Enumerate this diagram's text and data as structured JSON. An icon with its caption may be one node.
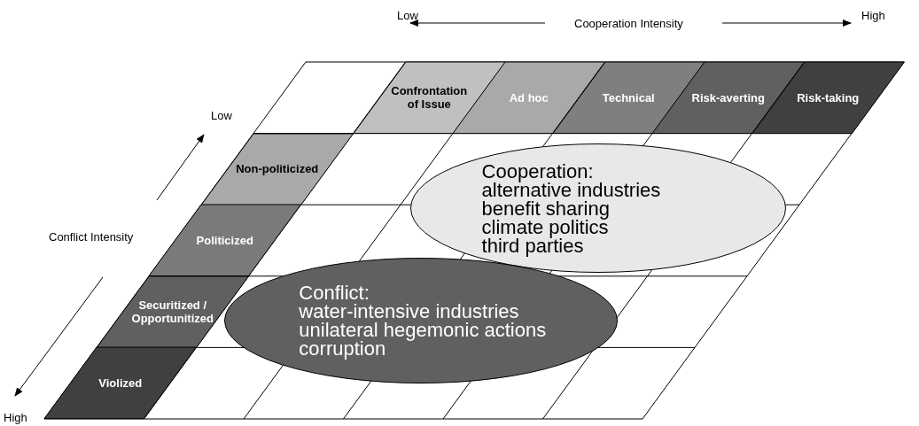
{
  "diagram": {
    "nodes": [
      {
        "text": [
          "Confrontation of Issue"
        ]
      },
      {
        "text": [
          "Ad hoc"
        ]
      },
      {
        "text": [
          "Technical"
        ]
      },
      {
        "text": [
          "Risk-averting"
        ]
      },
      {
        "text": [
          "Risk-taking"
        ]
      },
      {
        "text": [
          "Non-politicized"
        ]
      },
      {
        "text": [
          "Politicized"
        ]
      },
      {
        "text": [
          "Securitized / Opportunitized"
        ]
      },
      {
        "text": [
          "Violized"
        ]
      },
      {
        "text": [
          "Cooperation:",
          "alternative industries",
          "benefit sharing",
          "climate politics",
          "third parties"
        ]
      },
      {
        "text": [
          "Conflict:",
          "water-intensive industries",
          "unilateral hegemonic actions",
          "corruption"
        ]
      }
    ],
    "edges": [],
    "labels": [
      "Low",
      "Cooperation Intensity",
      "High",
      "Low",
      "Conflict Intensity",
      "High"
    ]
  }
}
